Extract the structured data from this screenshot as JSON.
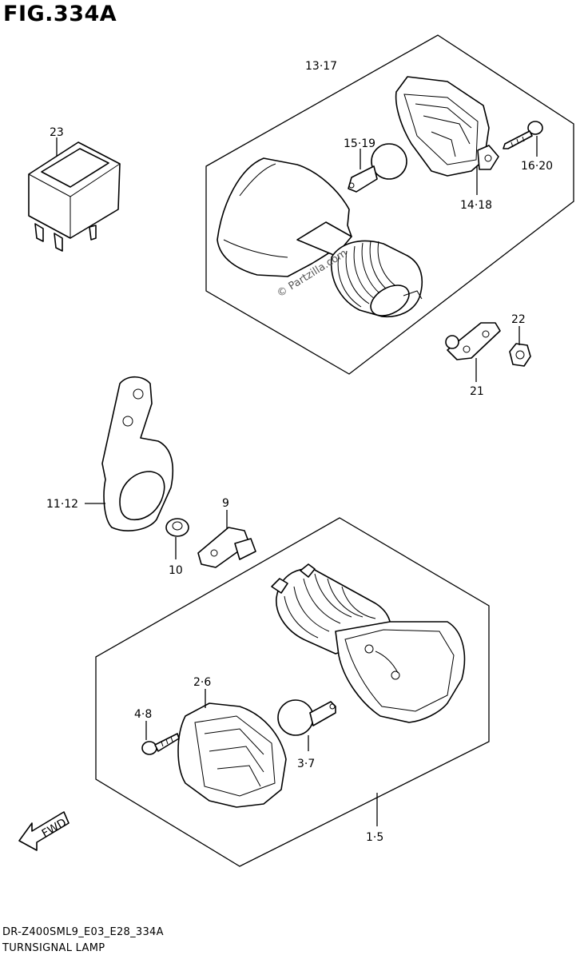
{
  "figure_title": "FIG.334A",
  "model_code": "DR-Z400SML9_E03_E28_334A",
  "caption": "TURNSIGNAL LAMP",
  "watermark": "© Partzilla.com",
  "fwd_label": "FWD",
  "callouts": {
    "c13_17": "13·17",
    "c23": "23",
    "c15_19": "15·19",
    "c16_20": "16·20",
    "c14_18": "14·18",
    "c22": "22",
    "c21": "21",
    "c11_12": "11·12",
    "c9": "9",
    "c10": "10",
    "c2_6": "2·6",
    "c4_8": "4·8",
    "c3_7": "3·7",
    "c1_5": "1·5"
  }
}
